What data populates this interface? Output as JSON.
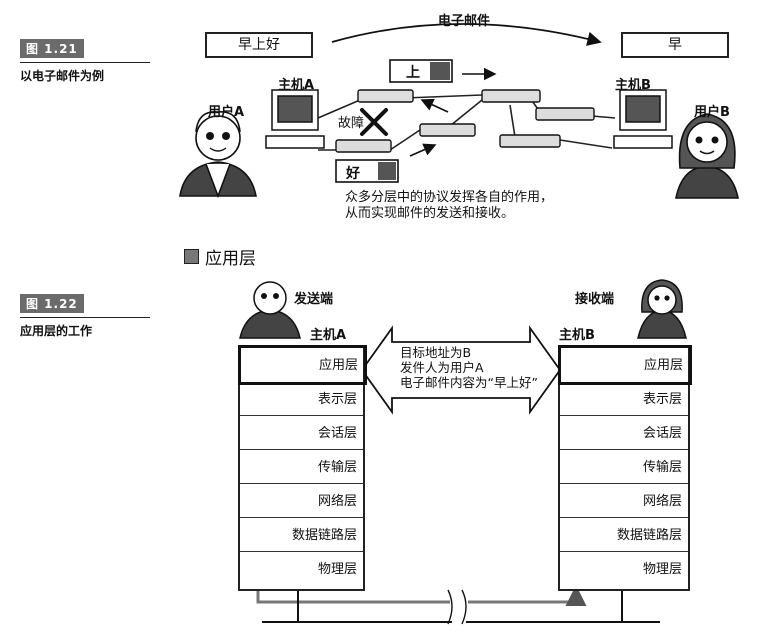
{
  "fig21": {
    "num": "图 1.21",
    "caption": "以电子邮件为例"
  },
  "fig22": {
    "num": "图 1.22",
    "caption": "应用层的工作"
  },
  "email": {
    "label": "电子邮件",
    "msg_a": "早上好",
    "msg_b": "早"
  },
  "hostA": "主机A",
  "hostB": "主机B",
  "userA": "用户A",
  "userB": "用户B",
  "fault": "故障",
  "packet1": "上",
  "packet2": "好",
  "desc": [
    "众多分层中的协议发挥各自的作用，",
    "从而实现邮件的发送和接收。"
  ],
  "section": "应用层",
  "sender": "发送端",
  "receiver": "接收端",
  "info": [
    "目标地址为B",
    "发件人为用户A",
    "电子邮件内容为“早上好”"
  ],
  "layers": [
    "应用层",
    "表示层",
    "会话层",
    "传输层",
    "网络层",
    "数据链路层",
    "物理层"
  ]
}
